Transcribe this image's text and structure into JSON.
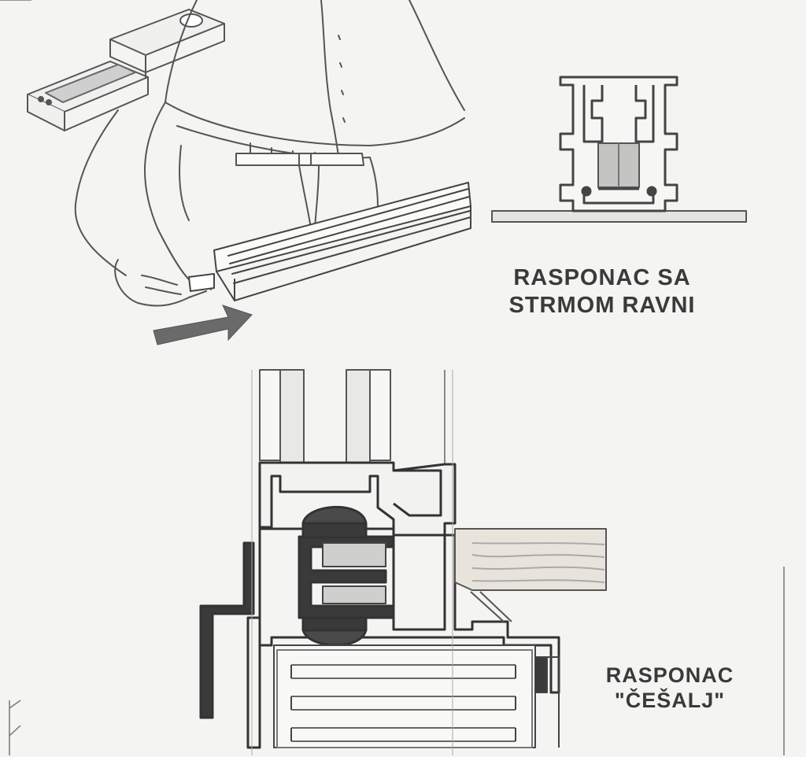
{
  "captions": {
    "top": {
      "line1": "RASPONAC SA",
      "line2": "STRMOM RAVNI"
    },
    "bottom": {
      "line1": "RASPONAC",
      "line2": "\"ČEŠALJ\""
    }
  },
  "colors": {
    "line": "#3a3a3a",
    "fill_dark": "#4a4a4a",
    "insulation": "#bdbdbd",
    "wood": "#e6e2da",
    "arrow": "#666666"
  },
  "icons": {
    "arrow": "arrow-right-icon"
  }
}
